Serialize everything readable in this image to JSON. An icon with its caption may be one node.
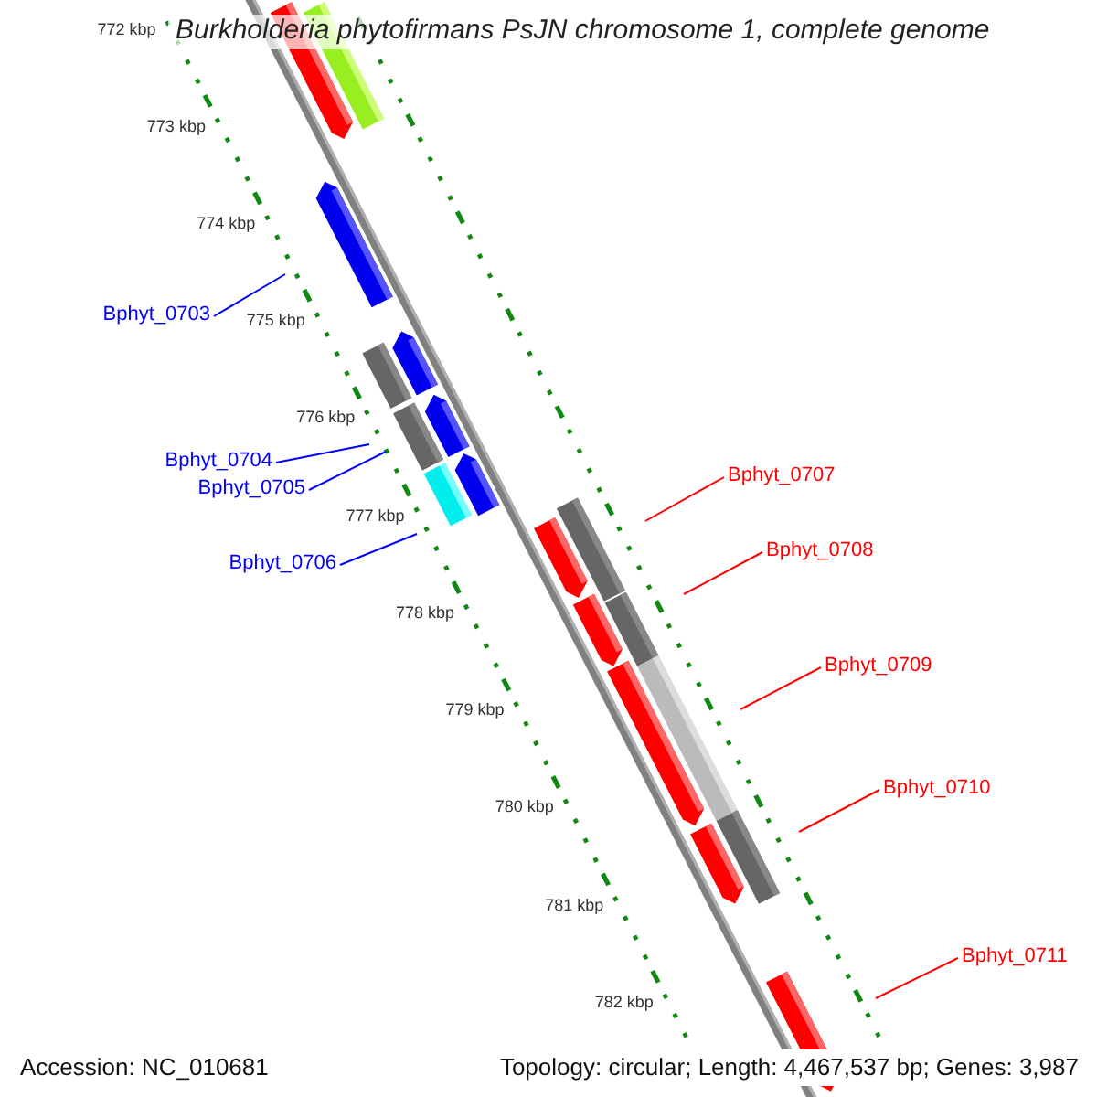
{
  "diagram": {
    "title": "Burkholderia phytofirmans PsJN chromosome 1, complete genome",
    "nodes": [
      {
        "text": [
          "Bphyt_0703"
        ]
      },
      {
        "text": [
          "Bphyt_0704"
        ]
      },
      {
        "text": [
          "Bphyt_0705"
        ]
      },
      {
        "text": [
          "Bphyt_0706"
        ]
      },
      {
        "text": [
          "Bphyt_0707"
        ]
      },
      {
        "text": [
          "Bphyt_0708"
        ]
      },
      {
        "text": [
          "Bphyt_0709"
        ]
      },
      {
        "text": [
          "Bphyt_0710"
        ]
      },
      {
        "text": [
          "Bphyt_0711"
        ]
      }
    ],
    "edges": [
      {
        "from": 0,
        "to": null,
        "arrow": "none",
        "color": "#0000ff"
      },
      {
        "from": 1,
        "to": null,
        "arrow": "none",
        "color": "#0000ff"
      },
      {
        "from": 2,
        "to": null,
        "arrow": "none",
        "color": "#0000ff"
      },
      {
        "from": 3,
        "to": null,
        "arrow": "none",
        "color": "#0000ff"
      },
      {
        "from": 4,
        "to": null,
        "arrow": "none"
      },
      {
        "from": 5,
        "to": null,
        "arrow": "none"
      },
      {
        "from": 6,
        "to": null,
        "arrow": "none"
      },
      {
        "from": 7,
        "to": null,
        "arrow": "none"
      },
      {
        "from": 8,
        "to": null,
        "arrow": "none"
      }
    ],
    "labels": [
      "772 kbp",
      "773 kbp",
      "774 kbp",
      "775 kbp",
      "776 kbp",
      "777 kbp",
      "778 kbp",
      "779 kbp",
      "780 kbp",
      "781 kbp",
      "782 kbp",
      "Accession: NC_010681",
      "Topology: circular; Length: 4,467,537 bp; Genes: 3,987"
    ]
  }
}
